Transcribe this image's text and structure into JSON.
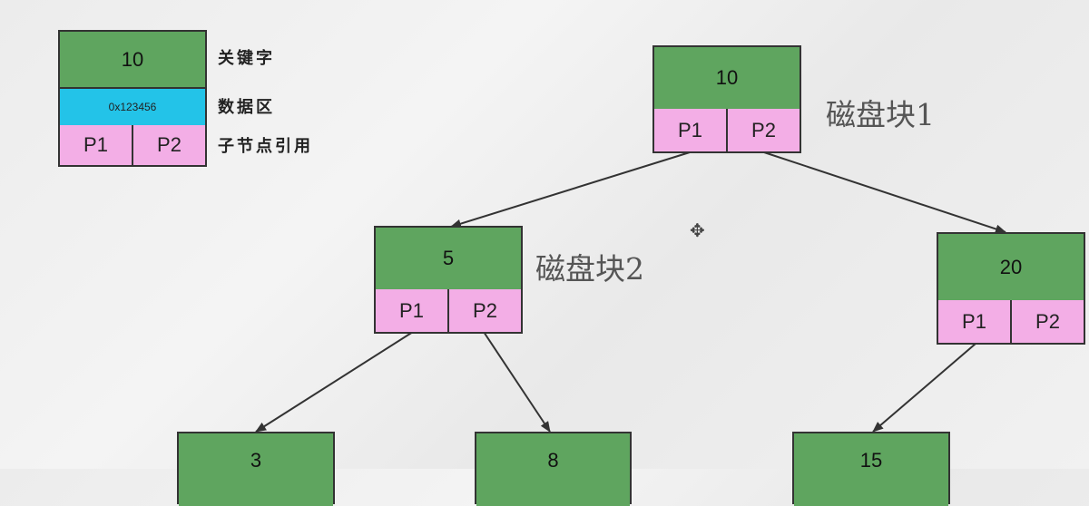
{
  "legend": {
    "key": "10",
    "data": "0x123456",
    "p1": "P1",
    "p2": "P2",
    "key_label": "关键字",
    "data_label": "数据区",
    "ptr_label": "子节点引用"
  },
  "nodes": {
    "root": {
      "key": "10",
      "p1": "P1",
      "p2": "P2",
      "label": "磁盘块1"
    },
    "left": {
      "key": "5",
      "p1": "P1",
      "p2": "P2",
      "label": "磁盘块2"
    },
    "right": {
      "key": "20",
      "p1": "P1",
      "p2": "P2"
    },
    "ll": {
      "key": "3"
    },
    "lr": {
      "key": "8"
    },
    "rl": {
      "key": "15"
    }
  },
  "colors": {
    "key_fill": "#5fa55f",
    "data_fill": "#23c3e8",
    "pointer_fill": "#f3aee6",
    "stroke": "#333333"
  },
  "icons": [
    "move-cursor-icon"
  ]
}
